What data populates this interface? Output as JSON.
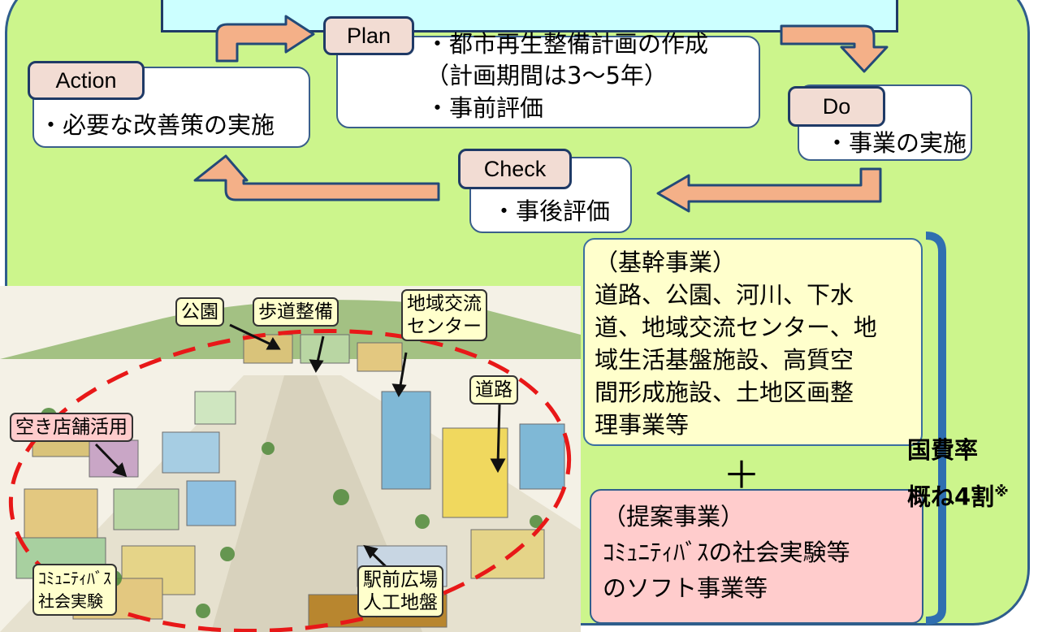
{
  "cycle": {
    "plan": {
      "tag": "Plan",
      "lines": [
        "・都市再生整備計画の作成",
        "（計画期間は3～5年）",
        "・事前評価"
      ]
    },
    "do": {
      "tag": "Do",
      "lines": [
        "・事業の実施"
      ]
    },
    "check": {
      "tag": "Check",
      "lines": [
        "・事後評価"
      ]
    },
    "action": {
      "tag": "Action",
      "lines": [
        "・必要な改善策の実施"
      ]
    }
  },
  "illustration_labels": {
    "park": "公園",
    "sidewalk": "歩道整備",
    "community_center": [
      "地域交流",
      "センター"
    ],
    "road": "道路",
    "vacant_store": "空き店舗活用",
    "bus": [
      "ｺﾐｭﾆﾃｨﾊﾞｽ",
      "社会実験"
    ],
    "station_plaza": [
      "駅前広場",
      "人工地盤"
    ]
  },
  "core_projects": {
    "heading": "（基幹事業）",
    "lines": [
      "道路、公園、河川、下水",
      "道、地域交流センター、地",
      "域生活基盤施設、高質空",
      "間形成施設、土地区画整",
      "理事業等"
    ]
  },
  "plus_sign": "＋",
  "proposal_projects": {
    "heading": "（提案事業）",
    "lines": [
      "ｺﾐｭﾆﾃｨﾊﾞｽの社会実験等",
      "のソフト事業等"
    ]
  },
  "subsidy": {
    "line1": "国費率",
    "line2": "概ね4割",
    "note_mark": "※"
  },
  "colors": {
    "panel": "#ccf58c",
    "arrow": "#f4b088",
    "tab": "#f2dcd3",
    "core_box": "#ffffcc",
    "proposal_box": "#ffcccc"
  }
}
